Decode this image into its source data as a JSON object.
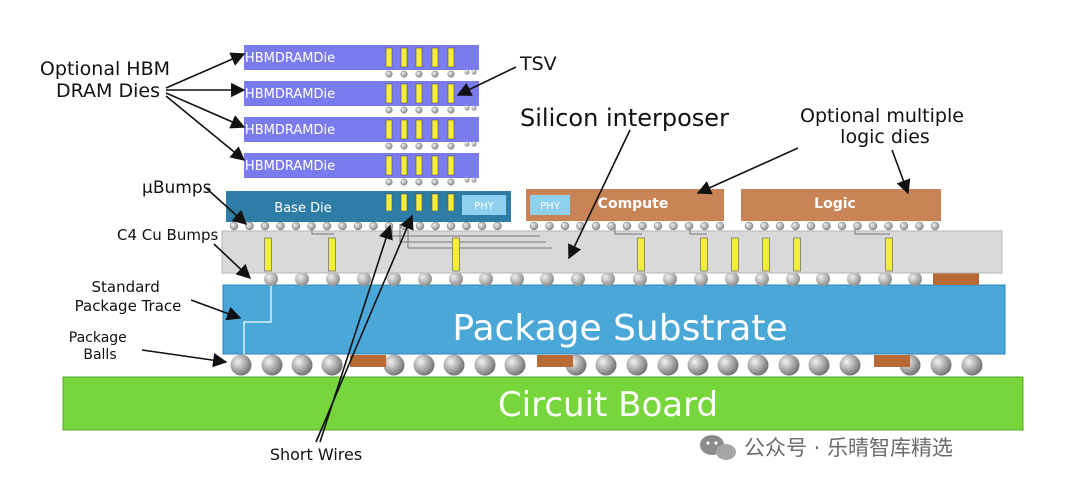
{
  "labels": {
    "optional_hbm": [
      "Optional HBM",
      "DRAM Dies"
    ],
    "tsv": "TSV",
    "silicon_interposer": "Silicon interposer",
    "optional_logic": [
      "Optional multiple",
      "logic dies"
    ],
    "ubumps": "µBumps",
    "c4_bumps": "C4 Cu Bumps",
    "standard_trace": [
      "Standard",
      "Package Trace"
    ],
    "package_balls": [
      "Package",
      "Balls"
    ],
    "short_wires": "Short Wires"
  },
  "dies": {
    "hbm_stack": [
      "HBMDRAMDie",
      "HBMDRAMDie",
      "HBMDRAMDie",
      "HBMDRAMDie"
    ],
    "base_die": "Base Die",
    "phy": "PHY",
    "compute_phy": "PHY",
    "compute": "Compute",
    "logic": "Logic"
  },
  "layers": {
    "package_substrate": "Package Substrate",
    "circuit_board": "Circuit Board"
  },
  "watermark": "公众号 · 乐晴智库精选",
  "colors": {
    "hbm": "#7b7bf0",
    "base_die": "#2e7da6",
    "phy": "#8fd0ee",
    "logic_die": "#c88456",
    "interposer": "#d9d9d9",
    "substrate": "#49a8d8",
    "board": "#77d63b",
    "tsv": "#f2ee3a",
    "bump": "#a8a8a8",
    "pad": "#b86a36"
  }
}
